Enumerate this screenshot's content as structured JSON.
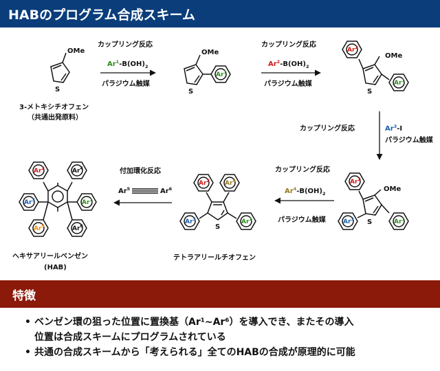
{
  "header": {
    "title": "HABのプログラム合成スキーム"
  },
  "colors": {
    "header_bg": "#0a3d7a",
    "features_bg": "#8b1a0a",
    "ar1": "#2e8b1e",
    "ar2": "#d01a1a",
    "ar3": "#1a5fb0",
    "ar4": "#9a7a20",
    "ar5": "#f09010",
    "ar6": "#111111"
  },
  "labels": {
    "start_material": "3-メトキシチオフェン",
    "start_note": "（共通出発原料）",
    "tetraaryl": "テトラアリールチオフェン",
    "hab_name": "ヘキサアリールベンゼン",
    "hab_abbr": "(HAB)",
    "ome": "OMe",
    "s": "S"
  },
  "steps": {
    "coupling": "カップリング反応",
    "pd_catalyst": "パラジウム触媒",
    "cycloaddition": "付加環化反応",
    "boronic": "-B(OH)",
    "boronic_sub": "2",
    "iodide": "-I",
    "ar_prefix": "Ar"
  },
  "ar_numbers": {
    "ar1": "1",
    "ar2": "2",
    "ar3": "3",
    "ar4": "4",
    "ar5": "5",
    "ar6": "6"
  },
  "features": {
    "title": "特徴",
    "bullet": "•",
    "items": [
      "ベンゼン環の狙った位置に置換基（Ar¹~Ar⁶）を導入でき、またその導入",
      "位置は合成スキームにプログラムされている",
      "共通の合成スキームから「考えられる」全てのHABの合成が原理的に可能"
    ]
  }
}
